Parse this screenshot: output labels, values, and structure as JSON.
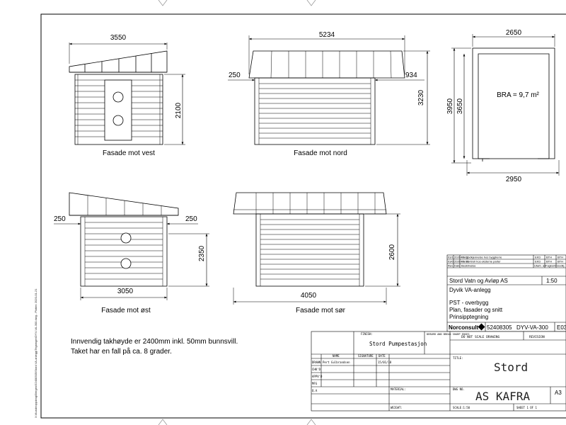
{
  "views": {
    "vest": {
      "caption": "Fasade mot vest",
      "dim_width": "3550",
      "dim_height": "2100"
    },
    "nord": {
      "caption": "Fasade mot nord",
      "dim_width": "5234",
      "dim_left": "250",
      "dim_right": "934",
      "dim_height": "3230"
    },
    "plan": {
      "dim_top": "2650",
      "dim_bottom": "2950",
      "dim_outer_height": "3950",
      "dim_inner_height": "3650",
      "area_label": "BRA = 9,7 m²"
    },
    "ost": {
      "caption": "Fasade mot øst",
      "dim_left": "250",
      "dim_right": "250",
      "dim_width": "3050",
      "dim_height": "2350"
    },
    "sor": {
      "caption": "Fasade mot sør",
      "dim_width": "4050",
      "dim_height": "2600"
    }
  },
  "notes": [
    "Innvendig takhøyde er 2400mm inkl. 50mm bunnsvill.",
    "Taket har en fall på ca. 8 grader."
  ],
  "revision_table": {
    "rows": [
      {
        "rev": "03/1",
        "date": "2020-01-21",
        "desc": "For godkjennelse hos byggherre",
        "a": "EKD",
        "b": "BTH",
        "c": "BTH"
      },
      {
        "rev": "03/0",
        "date": "2020-01-15",
        "desc": "For kontroll hos eksterne parter",
        "a": "EKD",
        "b": "BTH",
        "c": "BTH"
      },
      {
        "rev": "Rev.",
        "date": "Dato",
        "desc": "Beskrivelse",
        "a": "Utarb. av",
        "b": "Fagkontr.",
        "c": "Godkj."
      }
    ]
  },
  "title_block": {
    "client": "Stord Vatn og Avløp AS",
    "scale": "1:50",
    "project": "Dyvik VA-anlegg",
    "desc_lines": [
      "PST - overbygg",
      "Plan, fasader og snitt",
      "Prinsipptegning"
    ],
    "company": "Norconsult",
    "project_no": "52408305",
    "drawing_no": "DYV-VA-300",
    "sheet_prefix": "E03"
  },
  "form": {
    "finish_label": "FINISH:",
    "finish_value": "Stord Pumpestasjon",
    "deburr_label": "DEBURR AND BREAK SHARP EDGES",
    "dont_scale": "DO NOT SCALE DRAWING",
    "revision_label": "REVISION",
    "col_name": "NAME",
    "col_signature": "SIGNATURE",
    "col_date": "DATE",
    "rows": [
      "DRAWN",
      "CHK'D",
      "APPV'D",
      "MFG",
      "Q.A"
    ],
    "drawn_name": "Pert Gulbrandsen",
    "drawn_date": "15/01/18",
    "title_label": "TITLE:",
    "title_value": "Stord",
    "material_label": "MATERIAL:",
    "dwg_label": "DWG NO.",
    "dwg_value": "AS KAFRA",
    "size_value": "A3",
    "weight_label": "WEIGHT:",
    "scale_label": "SCALE:1:50",
    "sheet_label": "SHEET 1 OF 1"
  },
  "side_text": "X:\\Kundeoppdrag\\Bergen\\52408305\\Stord VA-anlegg\\Tegninger\\DYV-VA-300.dwg - Plottet: 2020-01-21"
}
